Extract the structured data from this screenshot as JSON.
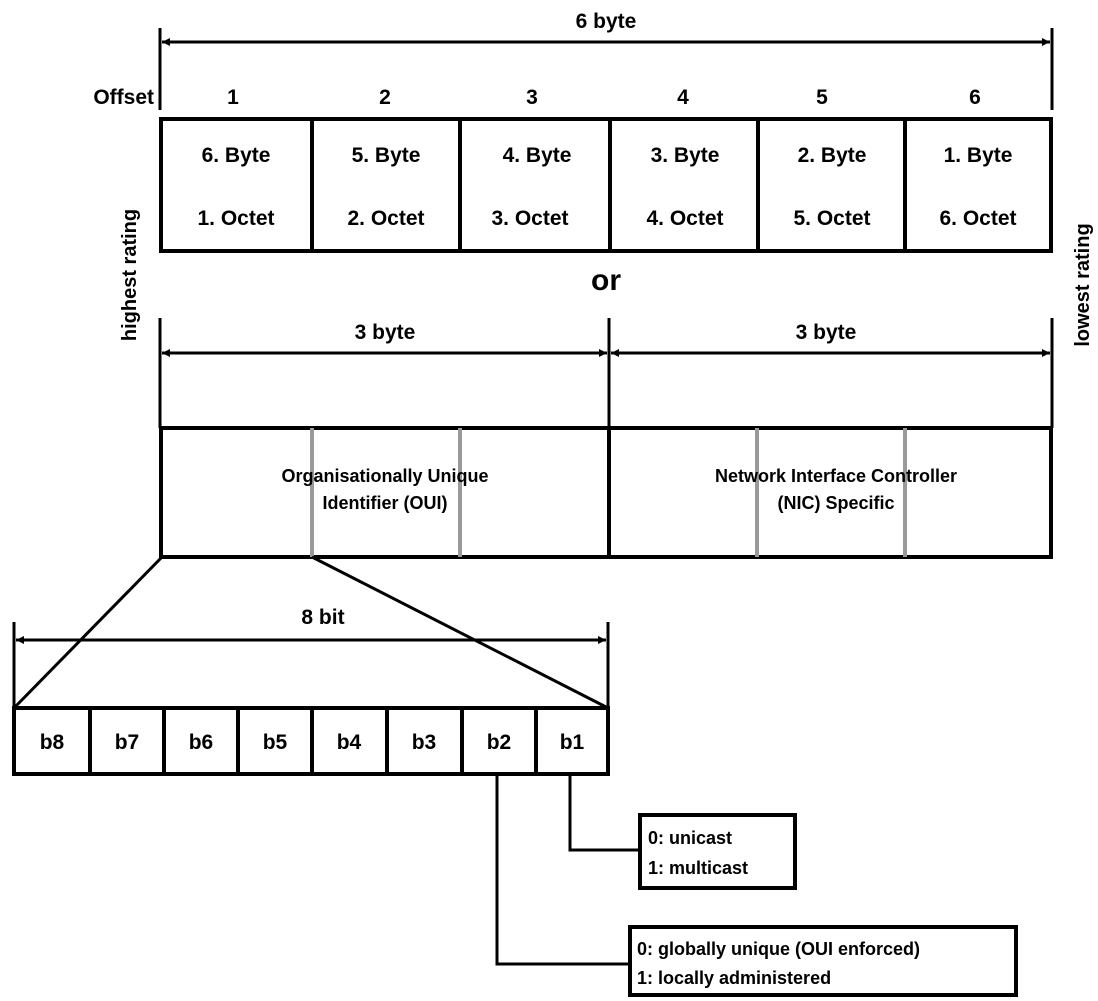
{
  "colors": {
    "ink": "#000000",
    "divider": "#9a9a9a",
    "background": "#ffffff"
  },
  "top": {
    "width_label": "6 byte",
    "offset_label": "Offset",
    "offsets": [
      "1",
      "2",
      "3",
      "4",
      "5",
      "6"
    ],
    "bytes": [
      "6. Byte",
      "5. Byte",
      "4. Byte",
      "3. Byte",
      "2. Byte",
      "1. Byte"
    ],
    "octets": [
      "1. Octet",
      "2. Octet",
      "3. Octet",
      "4. Octet",
      "5. Octet",
      "6. Octet"
    ]
  },
  "side": {
    "left": "highest rating",
    "right": "lowest rating"
  },
  "or_label": "or",
  "middle": {
    "left_width": "3 byte",
    "right_width": "3 byte",
    "oui_line1": "Organisationally Unique",
    "oui_line2": "Identifier (OUI)",
    "nic_line1": "Network Interface Controller",
    "nic_line2": "(NIC) Specific"
  },
  "bits": {
    "width_label": "8 bit",
    "labels": [
      "b8",
      "b7",
      "b6",
      "b5",
      "b4",
      "b3",
      "b2",
      "b1"
    ]
  },
  "notes": {
    "b1_line1": "0: unicast",
    "b1_line2": "1: multicast",
    "b2_line1": "0: globally unique (OUI enforced)",
    "b2_line2": "1: locally administered"
  }
}
